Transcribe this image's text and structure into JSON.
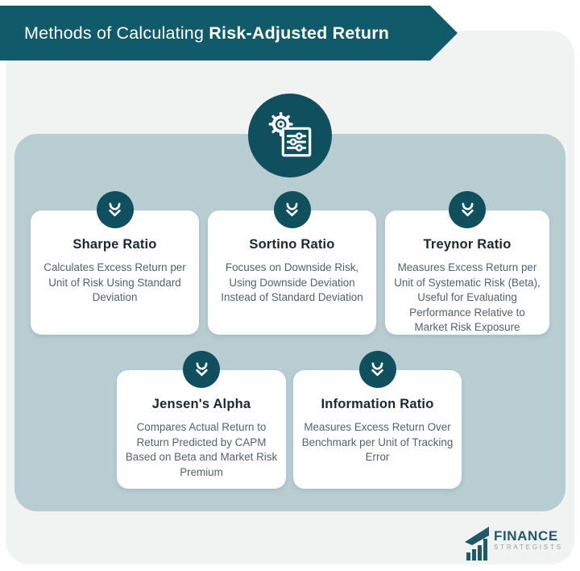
{
  "header": {
    "title_regular": "Methods of Calculating",
    "title_bold": "Risk-Adjusted Return"
  },
  "hero": {
    "icon": "settings-gear-sliders-icon"
  },
  "cards": [
    {
      "icon": "merge-down-arrow-icon",
      "title": "Sharpe Ratio",
      "description": "Calculates Excess Return per Unit of Risk Using Standard Deviation"
    },
    {
      "icon": "merge-down-arrow-icon",
      "title": "Sortino Ratio",
      "description": "Focuses on Downside Risk, Using Downside Deviation Instead of Standard Deviation"
    },
    {
      "icon": "merge-down-arrow-icon",
      "title": "Treynor Ratio",
      "description": "Measures Excess Return per Unit of Systematic Risk (Beta), Useful for Evaluating Performance Relative to Market Risk Exposure"
    },
    {
      "icon": "merge-down-arrow-icon",
      "title": "Jensen's Alpha",
      "description": "Compares Actual Return to Return Predicted by CAPM Based on Beta and Market Risk Premium"
    },
    {
      "icon": "merge-down-arrow-icon",
      "title": "Information Ratio",
      "description": "Measures Excess Return Over Benchmark per Unit of Tracking Error"
    }
  ],
  "logo": {
    "icon": "bar-chart-swoosh-icon",
    "name": "FINANCE",
    "subname": "STRATEGISTS"
  },
  "colors": {
    "banner_teal": "#115a69",
    "circle_teal": "#10505e",
    "panel_blue": "#b7cdd2",
    "page_gray": "#f1f2f2",
    "card_white": "#ffffff",
    "title_text": "#1b2832",
    "body_text": "#56616b",
    "logo_teal": "#1e5a68",
    "logo_gray": "#999da1"
  }
}
